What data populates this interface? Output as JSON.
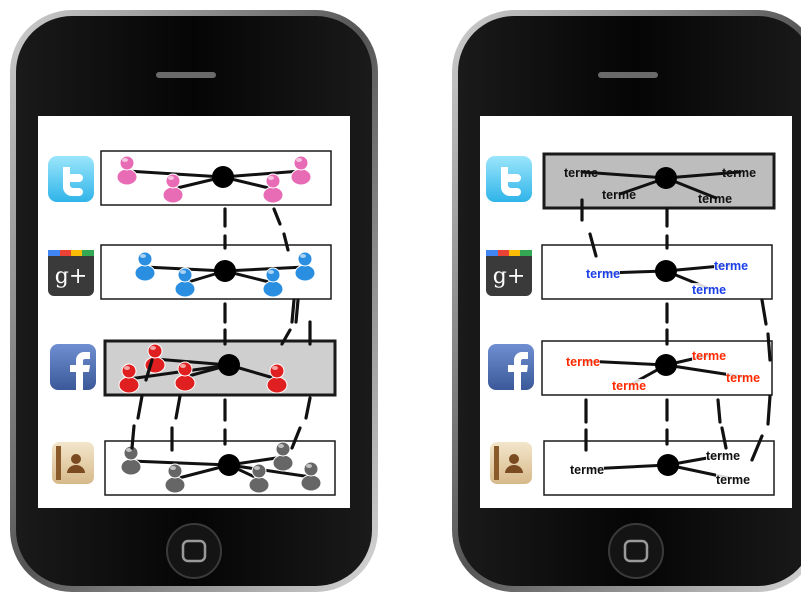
{
  "phones": [
    {
      "id": "left-phone",
      "variant": "people"
    },
    {
      "id": "right-phone",
      "variant": "terms"
    }
  ],
  "networks": [
    {
      "key": "twitter",
      "icon": "twitter-icon",
      "color": "#e86bb5",
      "highlight_left": false,
      "highlight_right": true
    },
    {
      "key": "googleplus",
      "icon": "google-plus-icon",
      "color": "#2a8fe0",
      "highlight_left": false,
      "highlight_right": false
    },
    {
      "key": "facebook",
      "icon": "facebook-icon",
      "color": "#e02020",
      "highlight_left": true,
      "highlight_right": false
    },
    {
      "key": "contacts",
      "icon": "contacts-icon",
      "color": "#666666",
      "highlight_left": false,
      "highlight_right": false
    }
  ],
  "icon_text": {
    "googleplus": "g+"
  },
  "term_word": "terme",
  "term_colors": {
    "twitter": "#111111",
    "googleplus": "#1a3fe6",
    "facebook": "#ff2a00",
    "contacts": "#111111"
  }
}
